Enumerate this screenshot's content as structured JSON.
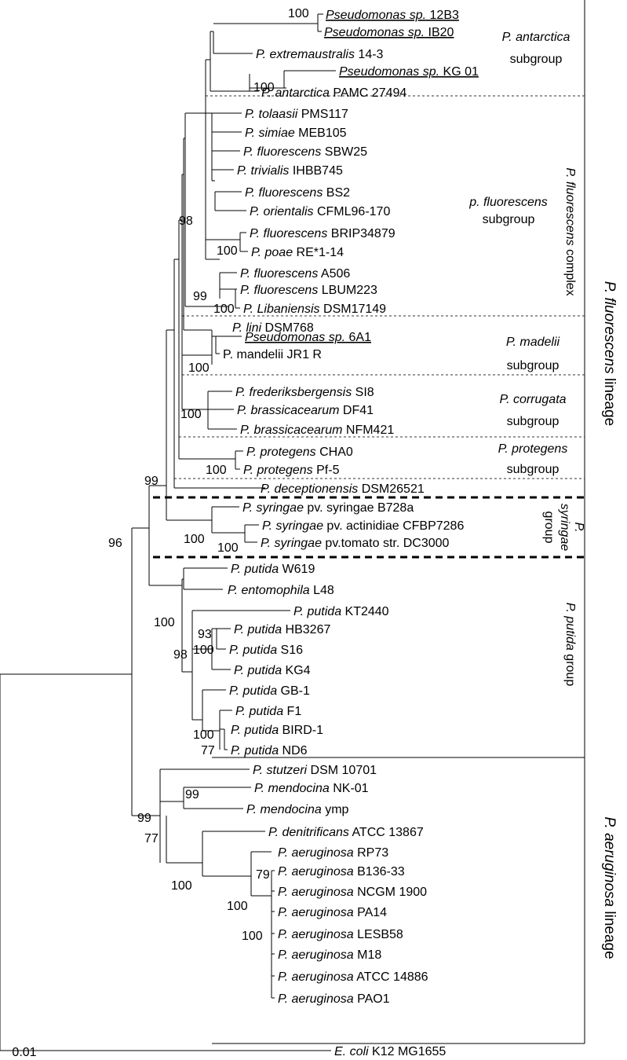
{
  "taxa": [
    {
      "id": "t12b3",
      "genus": "Pseudomonas sp.",
      "rest": "12B3",
      "underline": true
    },
    {
      "id": "tib20",
      "genus": "Pseudomonas sp.",
      "rest": "IB20",
      "underline": true
    },
    {
      "id": "text",
      "genus": "P. extremaustralis",
      "rest": "14-3",
      "underline": false
    },
    {
      "id": "tkg01",
      "genus": "Pseudomonas sp.",
      "rest": "KG 01",
      "underline": true
    },
    {
      "id": "tant",
      "genus": "P. antarctica",
      "rest": "PAMC 27494",
      "underline": false
    },
    {
      "id": "ttol",
      "genus": "P. tolaasii",
      "rest": "PMS117",
      "underline": false
    },
    {
      "id": "tsim",
      "genus": "P. simiae",
      "rest": "MEB105",
      "underline": false
    },
    {
      "id": "tsbw",
      "genus": "P. fluorescens",
      "rest": "SBW25",
      "underline": false
    },
    {
      "id": "ttri",
      "genus": "P. trivialis",
      "rest": "IHBB745",
      "underline": false
    },
    {
      "id": "tbs2",
      "genus": "P. fluorescens",
      "rest": "BS2",
      "underline": false
    },
    {
      "id": "tori",
      "genus": "P. orientalis",
      "rest": "CFML96-170",
      "underline": false
    },
    {
      "id": "tbrip",
      "genus": "P. fluorescens",
      "rest": "BRIP34879",
      "underline": false
    },
    {
      "id": "tpoae",
      "genus": "P. poae",
      "rest": "RE*1-14",
      "underline": false
    },
    {
      "id": "ta506",
      "genus": "P. fluorescens",
      "rest": "A506",
      "underline": false
    },
    {
      "id": "tlbum",
      "genus": "P. fluorescens",
      "rest": "LBUM223",
      "underline": false
    },
    {
      "id": "tlib",
      "genus": "P. Libaniensis",
      "rest": "DSM17149",
      "underline": false
    },
    {
      "id": "tlini",
      "genus": "P. lini",
      "rest": "DSM768",
      "underline": false
    },
    {
      "id": "t6a1",
      "genus": "Pseudomonas sp.",
      "rest": "6A1",
      "underline": true
    },
    {
      "id": "tmand",
      "genus": "",
      "rest": "P. mandelii JR1 R",
      "underline": false
    },
    {
      "id": "tfred",
      "genus": "P. frederiksbergensis",
      "rest": "SI8",
      "underline": false
    },
    {
      "id": "tdf41",
      "genus": "P. brassicacearum",
      "rest": "DF41",
      "underline": false
    },
    {
      "id": "tnfm",
      "genus": "P. brassicacearum",
      "rest": "NFM421",
      "underline": false
    },
    {
      "id": "tcha0",
      "genus": "P. protegens",
      "rest": "CHA0",
      "underline": false
    },
    {
      "id": "tpf5",
      "genus": "P. protegens",
      "rest": "Pf-5",
      "underline": false
    },
    {
      "id": "tdec",
      "genus": "P. deceptionensis",
      "rest": "DSM26521",
      "underline": false
    },
    {
      "id": "tb728",
      "genus": "P. syringae",
      "rest": "pv. syringae B728a",
      "underline": false
    },
    {
      "id": "tcfbp",
      "genus": "P. syringae",
      "rest": "pv. actinidiae CFBP7286",
      "underline": false
    },
    {
      "id": "tdc3",
      "genus": "P. syringae",
      "rest": "pv.tomato str. DC3000",
      "underline": false
    },
    {
      "id": "tw619",
      "genus": "P. putida",
      "rest": "W619",
      "underline": false
    },
    {
      "id": "tl48",
      "genus": "P. entomophila",
      "rest": "L48",
      "underline": false
    },
    {
      "id": "tkt",
      "genus": "P. putida",
      "rest": "KT2440",
      "underline": false
    },
    {
      "id": "thb",
      "genus": "P. putida",
      "rest": "HB3267",
      "underline": false
    },
    {
      "id": "ts16",
      "genus": "P. putida",
      "rest": "S16",
      "underline": false
    },
    {
      "id": "tkg4",
      "genus": "P. putida",
      "rest": "KG4",
      "underline": false
    },
    {
      "id": "tgb1",
      "genus": "P. putida",
      "rest": "GB-1",
      "underline": false
    },
    {
      "id": "tf1",
      "genus": "P. putida",
      "rest": "F1",
      "underline": false
    },
    {
      "id": "tbird",
      "genus": "P. putida",
      "rest": "BIRD-1",
      "underline": false
    },
    {
      "id": "tnd6",
      "genus": "P. putida",
      "rest": "ND6",
      "underline": false
    },
    {
      "id": "tstu",
      "genus": "P. stutzeri",
      "rest": "DSM 10701",
      "underline": false
    },
    {
      "id": "tnk",
      "genus": "P. mendocina",
      "rest": "NK-01",
      "underline": false
    },
    {
      "id": "tymp",
      "genus": "P. mendocina",
      "rest": "ymp",
      "underline": false
    },
    {
      "id": "tden",
      "genus": "P. denitrificans",
      "rest": "ATCC 13867",
      "underline": false
    },
    {
      "id": "trp73",
      "genus": "P. aeruginosa",
      "rest": "RP73",
      "underline": false
    },
    {
      "id": "tb136",
      "genus": "P. aeruginosa",
      "rest": "B136-33",
      "underline": false
    },
    {
      "id": "tncgm",
      "genus": "P. aeruginosa",
      "rest": "NCGM 1900",
      "underline": false
    },
    {
      "id": "tpa14",
      "genus": "P. aeruginosa",
      "rest": "PA14",
      "underline": false
    },
    {
      "id": "tlesb",
      "genus": "P. aeruginosa",
      "rest": "LESB58",
      "underline": false
    },
    {
      "id": "tm18",
      "genus": "P. aeruginosa",
      "rest": "M18",
      "underline": false
    },
    {
      "id": "tatcc",
      "genus": "P. aeruginosa",
      "rest": "ATCC 14886",
      "underline": false
    },
    {
      "id": "tpao1",
      "genus": "P. aeruginosa",
      "rest": "PAO1",
      "underline": false
    },
    {
      "id": "tecoli",
      "genus": "E. coli",
      "rest": "K12 MG1655",
      "underline": false
    }
  ],
  "bootstrap": [
    "100",
    "100",
    "98",
    "100",
    "99",
    "100",
    "100",
    "100",
    "100",
    "99",
    "100",
    "100",
    "96",
    "100",
    "93",
    "100",
    "98",
    "100",
    "77",
    "99",
    "99",
    "77",
    "100",
    "79",
    "100",
    "100"
  ],
  "groups": {
    "antarctica": [
      "P. antarctica",
      "subgroup"
    ],
    "fluorescens_sub": [
      "p. fluorescens",
      "subgroup"
    ],
    "madelii": [
      "P. madelii",
      "subgroup"
    ],
    "corrugata": [
      "P. corrugata",
      "subgroup"
    ],
    "protegens": [
      "P. protegens",
      "subgroup"
    ],
    "syringae_a": "P.",
    "syringae_b": "syringae",
    "syringae_c": "group",
    "putida_a": "P. putida",
    "putida_b": " group",
    "complex_a": "P. fluorescens",
    "complex_b": " complex"
  },
  "lineages": {
    "fluorescens_a": "P. fluorescens",
    "fluorescens_b": " lineage",
    "aeruginosa_a": "P. aeruginosa",
    "aeruginosa_b": " lineage"
  },
  "scale": "0.01"
}
